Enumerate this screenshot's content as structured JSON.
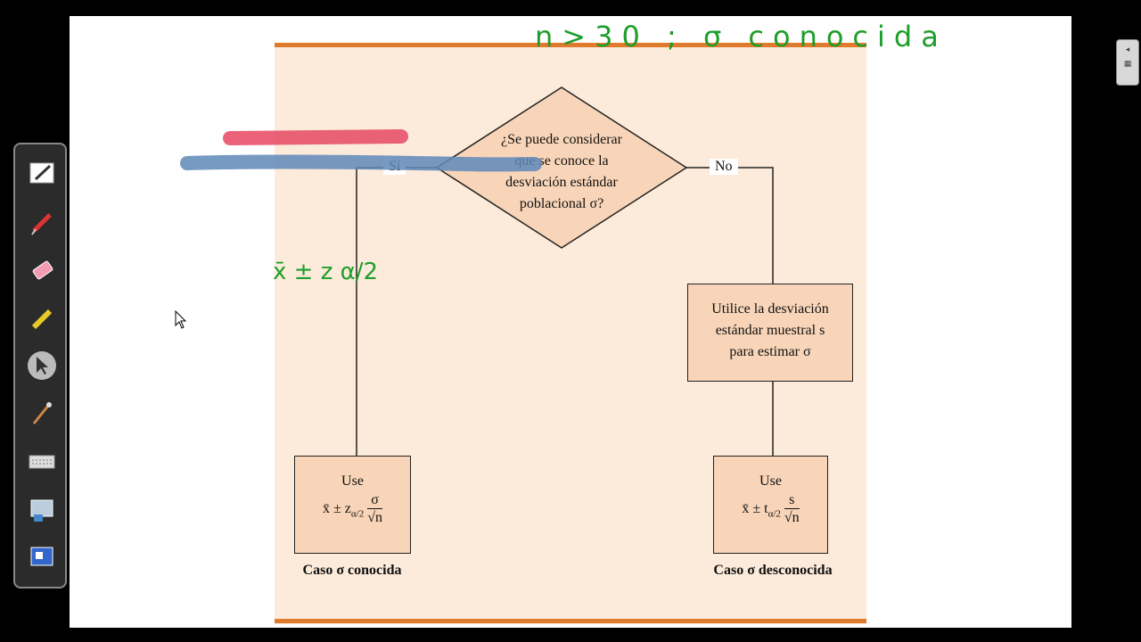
{
  "diagram": {
    "decision": {
      "lines": [
        "¿Se puede considerar",
        "que se conoce la",
        "desviación estándar",
        "poblacional σ?"
      ]
    },
    "yes_label": "Sí",
    "no_label": "No",
    "estimate_box": {
      "lines": [
        "Utilice la desviación",
        "estándar muestral s",
        "para estimar σ"
      ]
    },
    "known_box": {
      "use_label": "Use",
      "formula_lhs": "x̄ ± z",
      "formula_sub": "α/2",
      "numerator": "σ",
      "denominator": "√n"
    },
    "unknown_box": {
      "use_label": "Use",
      "formula_lhs": "x̄ ± t",
      "formula_sub": "α/2",
      "numerator": "s",
      "denominator": "√n"
    },
    "known_caption": "Caso σ conocida",
    "unknown_caption": "Caso σ desconocida"
  },
  "annotations": {
    "top_note": "n>30 ; σ conocida",
    "formula_note": "x̄ ± z α/2"
  },
  "toolbar": {
    "tools": [
      "pen-icon",
      "red-pen-icon",
      "eraser-icon",
      "highlighter-icon",
      "pointer-icon",
      "brush-icon",
      "keyboard-icon",
      "screen-capture-icon",
      "display-icon"
    ]
  },
  "colors": {
    "panel": "#fcebdb",
    "rule": "#e07a2c",
    "box_fill": "#f8d5b8",
    "ink_green": "#1e9e2a",
    "ink_red": "#e8536b",
    "ink_blue": "#5f88b8"
  }
}
